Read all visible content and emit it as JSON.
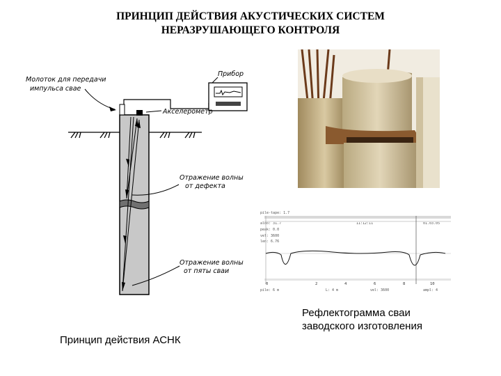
{
  "title": {
    "line1": "ПРИНЦИП ДЕЙСТВИЯ  АКУСТИЧЕСКИХ СИСТЕМ",
    "line2": "НЕРАЗРУШАЮЩЕГО КОНТРОЛЯ"
  },
  "diagram": {
    "label_hammer_1": "Молоток для передачи",
    "label_hammer_2": "импульса свае",
    "label_device": "Прибор",
    "label_accelerometer": "Акселерометр",
    "label_defect_1": "Отражение волны",
    "label_defect_2": "от дефекта",
    "label_toe_1": "Отражение волны",
    "label_toe_2": "от пяты сваи"
  },
  "reflectogram": {
    "axis_ticks": [
      "0",
      "2",
      "4",
      "6",
      "8",
      "10"
    ]
  },
  "captions": {
    "left": "Принцип действия АСНК",
    "right_line1": "Рефлектограмма сваи",
    "right_line2": "заводского изготовления"
  },
  "colors": {
    "pile_fill": "#c8c8c8",
    "photo_sky": "#f1ece1",
    "concrete": "#cfc19f",
    "soil": "#8a5a2f"
  }
}
